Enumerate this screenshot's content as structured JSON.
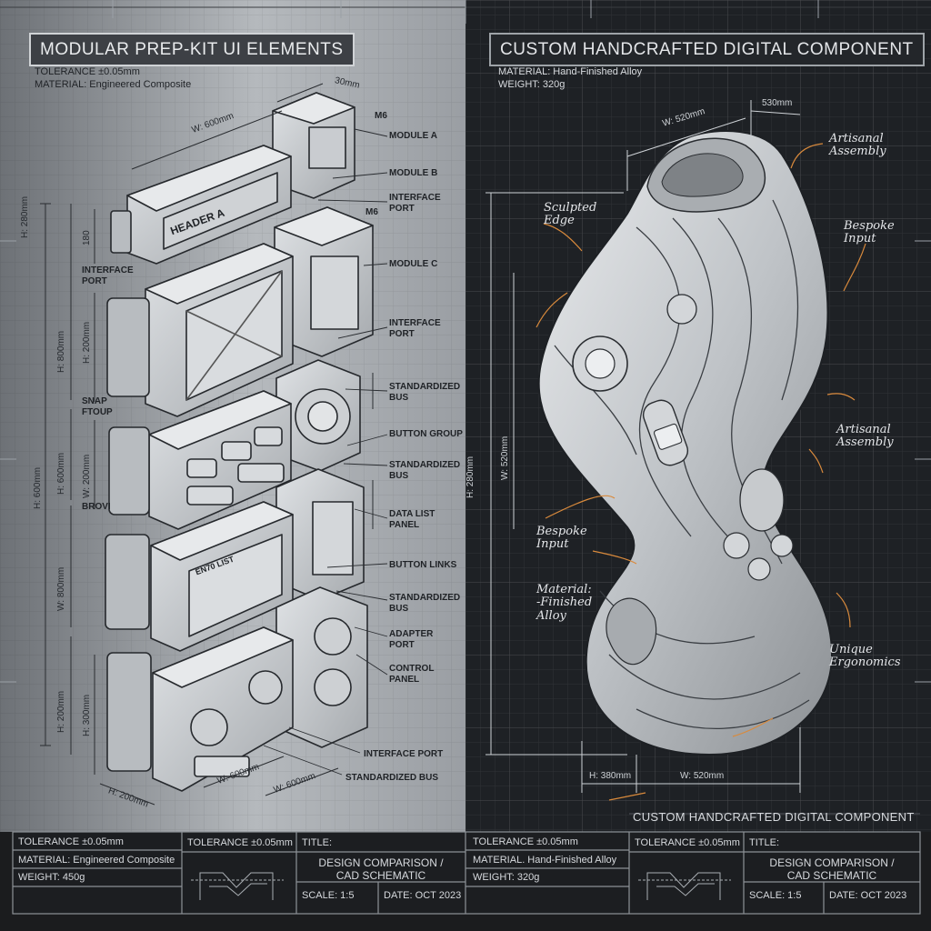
{
  "left_panel": {
    "title": "MODULAR PREP-KIT UI ELEMENTS",
    "spec_tolerance": "TOLERANCE ±0.05mm",
    "spec_material": "MATERIAL: Engineered Composite",
    "dimensions": {
      "top_depth": "30mm",
      "top_width": "W: 600mm",
      "h_280": "H: 280mm",
      "h_180": "180",
      "h_200_a": "H: 200mm",
      "h_800": "H: 800mm",
      "h_600": "H: 600mm",
      "h_600_b": "H: 600mm",
      "w_200": "W: 200mm",
      "w_800": "W: 800mm",
      "h_200_b": "H: 200mm",
      "h_300": "H: 300mm",
      "bottom_h": "H: 200mm",
      "bottom_w": "W: 600mm",
      "bottom_w2": "W: 600mm"
    },
    "callouts": {
      "m6_a": "M6",
      "module_a": "MODULE A",
      "module_b": "MODULE B",
      "interface_port_1": "INTERFACE PORT",
      "m6_b": "M6",
      "module_c": "MODULE C",
      "interface_port_2": "INTERFACE PORT",
      "standardized_bus_1": "STANDARDIZED BUS",
      "button_group": "BUTTON GROUP",
      "standardized_bus_2": "STANDARDIZED BUS",
      "data_list_panel": "DATA LIST PANEL",
      "button_links": "BUTTON LINKS",
      "standardized_bus_3": "STANDARDIZED BUS",
      "adapter_port": "ADAPTER PORT",
      "control_panel": "CONTROL PANEL",
      "interface_port_3": "INTERFACE PORT",
      "standardized_bus_4": "STANDARDIZED BUS",
      "interface_port_left": "INTERFACE PORT",
      "snap_group": "SNAP FTOUP",
      "brown": "BROVI"
    },
    "module_text": {
      "header": "HEADER A",
      "list": "EN70 LIST"
    }
  },
  "right_panel": {
    "title": "CUSTOM HANDCRAFTED DIGITAL COMPONENT",
    "spec_material": "MATERIAL: Hand-Finished Alloy",
    "spec_weight": "WEIGHT: 320g",
    "dimensions": {
      "top_w": "W: 520mm",
      "top_depth": "530mm",
      "h_280": "H: 280mm",
      "w_520_v": "W: 520mm",
      "bottom_h": "H: 380mm",
      "bottom_w": "W: 520mm"
    },
    "annotations": {
      "artisanal_top": "Artisanal\nAssembly",
      "sculpted_edge": "Sculpted\nEdge",
      "bespoke_top": "Bespoke\nInput",
      "artisanal_mid": "Artisanal\nAssembly",
      "bespoke_left": "Bespoke\nInput",
      "material": "Material:\n-Finished\nAlloy",
      "unique": "Unique\nErgonomics"
    },
    "footer_caption": "CUSTOM HANDCRAFTED DIGITAL COMPONENT"
  },
  "title_block_left": {
    "tolerance": "TOLERANCE ±0.05mm",
    "material": "MATERIAL: Engineered Composite",
    "weight": "WEIGHT: 450g",
    "tolerance_2": "TOLERANCE ±0.05mm",
    "title_label": "TITLE:",
    "title": "DESIGN COMPARISON /\nCAD SCHEMATIC",
    "scale": "SCALE: 1:5",
    "date": "DATE: OCT 2023"
  },
  "title_block_right": {
    "tolerance": "TOLERANCE ±0.05mm",
    "material": "MATERIAL. Hand-Finished Alloy",
    "weight": "WEIGHT: 320g",
    "tolerance_2": "TOLERANCE ±0.05mm",
    "title_label": "TITLE:",
    "title": "DESIGN COMPARISON /\nCAD SCHEMATIC",
    "scale": "SCALE: 1:5",
    "date": "DATE: OCT 2023"
  },
  "colors": {
    "left_bg": "#8e9297",
    "right_bg": "#1e2125",
    "ink_dark": "#1f2226",
    "ink_light": "#d7dade",
    "accent_orange": "#d98a3c"
  }
}
